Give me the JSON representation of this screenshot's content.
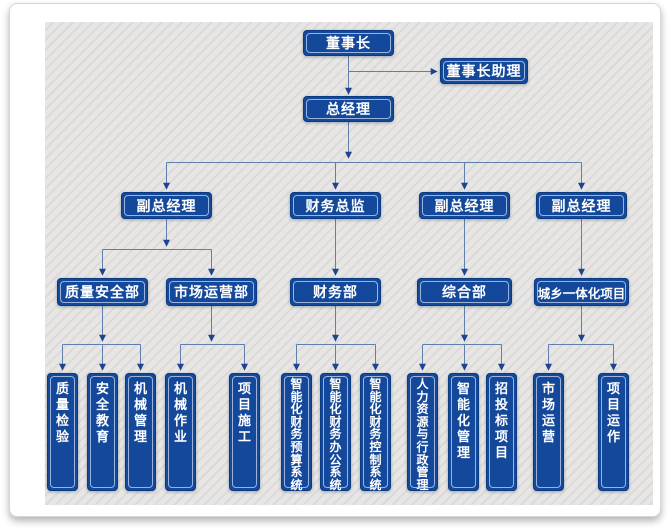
{
  "org_chart": {
    "chairman": "董事长",
    "chairman_assistant": "董事长助理",
    "general_manager": "总经理",
    "executives": [
      "副总经理",
      "财务总监",
      "副总经理",
      "副总经理"
    ],
    "departments": [
      "质量安全部",
      "市场运营部",
      "财务部",
      "综合部",
      "城乡一体化项目"
    ],
    "units": [
      "质量检验",
      "安全教育",
      "机械管理",
      "机械作业",
      "项目施工",
      "智能化财务预算系统",
      "智能化财务办公系统",
      "智能化财务控制系统",
      "人力资源与行政管理",
      "智能化管理",
      "招投标项目",
      "市场运营",
      "项目运作"
    ],
    "colors": {
      "node_fill": "#14489a",
      "node_border": "#0a3a80",
      "node_inner_outline": "#becde9",
      "connector_line": "#5f7fae",
      "arrow": "#1e448f",
      "canvas_stripe_light": "#e7e6e4",
      "canvas_stripe_dark": "#dbdad8",
      "page_background": "#ffffff",
      "text": "#ffffff"
    }
  }
}
